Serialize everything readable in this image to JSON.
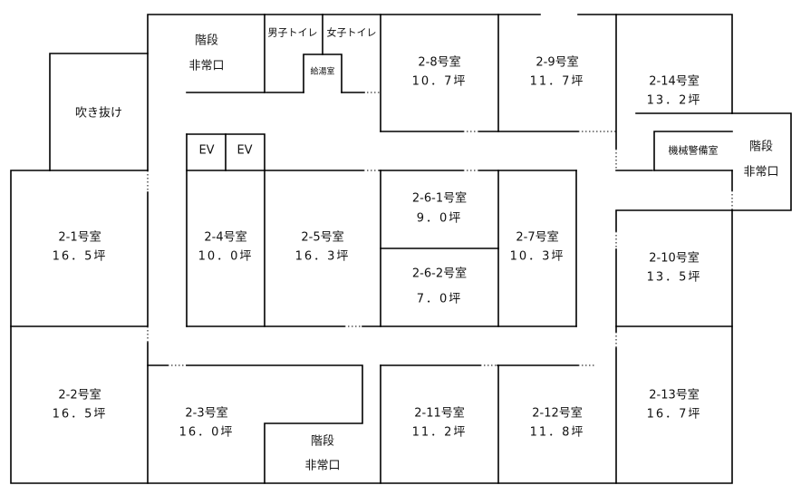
{
  "floor_plan": {
    "rooms": {
      "r2_1": {
        "name": "2-1号室",
        "area": "16．5坪"
      },
      "r2_2": {
        "name": "2-2号室",
        "area": "16．5坪"
      },
      "r2_3": {
        "name": "2-3号室",
        "area": "16．0坪"
      },
      "r2_4": {
        "name": "2-4号室",
        "area": "10．0坪"
      },
      "r2_5": {
        "name": "2-5号室",
        "area": "16．3坪"
      },
      "r2_6_1": {
        "name": "2-6-1号室",
        "area": "9．0坪"
      },
      "r2_6_2": {
        "name": "2-6-2号室",
        "area": "7．0坪"
      },
      "r2_7": {
        "name": "2-7号室",
        "area": "10．3坪"
      },
      "r2_8": {
        "name": "2-8号室",
        "area": "10．7坪"
      },
      "r2_9": {
        "name": "2-9号室",
        "area": "11．7坪"
      },
      "r2_10": {
        "name": "2-10号室",
        "area": "13．5坪"
      },
      "r2_11": {
        "name": "2-11号室",
        "area": "11．2坪"
      },
      "r2_12": {
        "name": "2-12号室",
        "area": "11．8坪"
      },
      "r2_13": {
        "name": "2-13号室",
        "area": "16．7坪"
      },
      "r2_14": {
        "name": "2-14号室",
        "area": "13．2坪"
      }
    },
    "facilities": {
      "void": "吹き抜け",
      "ev1": "EV",
      "ev2": "EV",
      "mens_toilet": "男子トイレ",
      "womens_toilet": "女子トイレ",
      "kitchenette": "給湯室",
      "machine_room": "機械警備室"
    },
    "stairs": {
      "top_left": {
        "label": "階段",
        "sub": "非常口"
      },
      "right": {
        "label": "階段",
        "sub": "非常口"
      },
      "bottom": {
        "label": "階段",
        "sub": "非常口"
      }
    }
  }
}
